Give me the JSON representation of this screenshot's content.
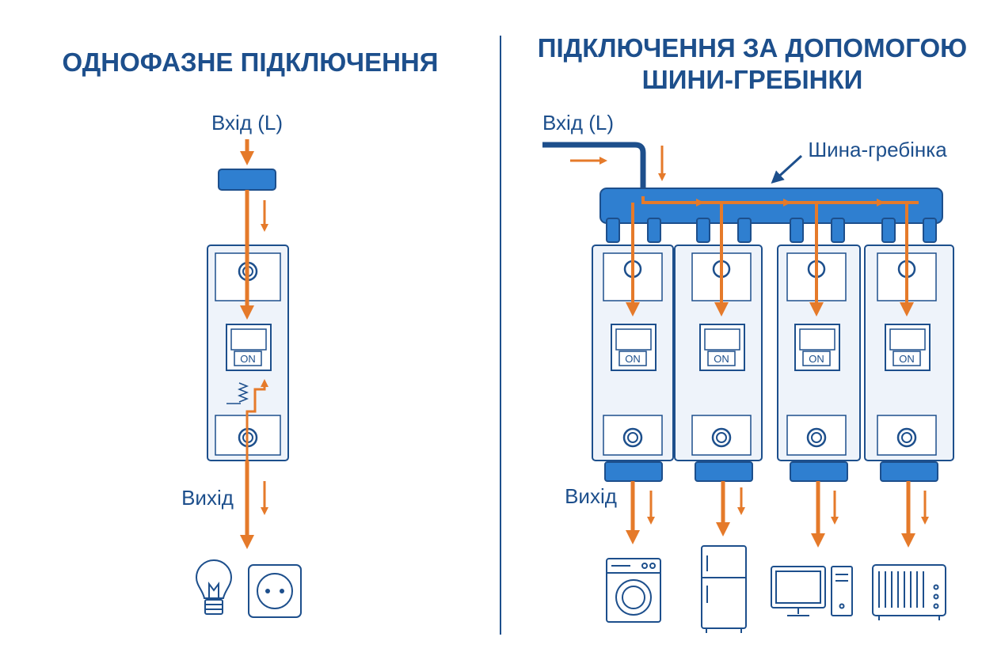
{
  "left": {
    "title": "ОДНОФАЗНЕ ПІДКЛЮЧЕННЯ",
    "input_label": "Вхід (L)",
    "output_label": "Вихід",
    "switch_label": "ON",
    "loads": [
      "light-bulb-icon",
      "socket-icon"
    ]
  },
  "right": {
    "title_line1": "ПІДКЛЮЧЕННЯ ЗА ДОПОМОГОЮ",
    "title_line2": "ШИНИ-ГРЕБІНКИ",
    "input_label": "Вхід (L)",
    "busbar_label": "Шина-гребінка",
    "output_label": "Вихід",
    "switch_labels": [
      "ON",
      "ON",
      "ON",
      "ON"
    ],
    "loads": [
      "washing-machine-icon",
      "refrigerator-icon",
      "computer-icon",
      "heater-icon"
    ]
  },
  "colors": {
    "navy": "#1d4f8c",
    "blue": "#2f7fd0",
    "orange": "#e57a2a",
    "light": "#eef3fa"
  }
}
